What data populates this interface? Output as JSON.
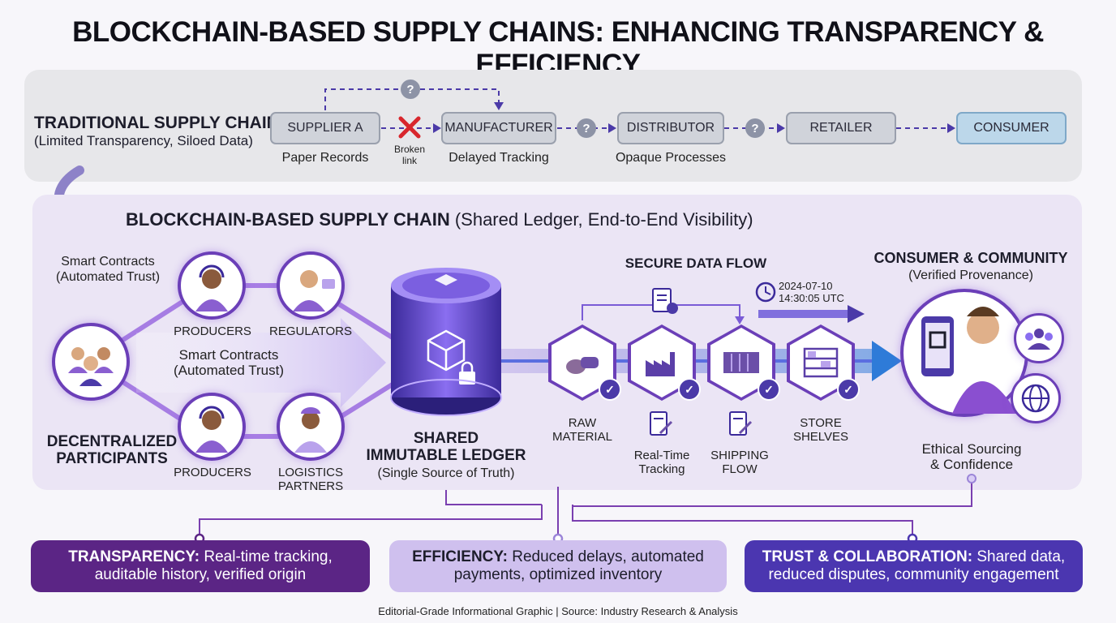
{
  "title": "BLOCKCHAIN-BASED SUPPLY CHAINS: ENHANCING TRANSPARENCY & EFFICIENCY",
  "traditional": {
    "title": "TRADITIONAL SUPPLY CHAIN",
    "subtitle": "(Limited Transparency, Siloed Data)",
    "nodes": [
      "SUPPLIER A",
      "MANUFACTURER",
      "DISTRIBUTOR",
      "RETAILER",
      "CONSUMER"
    ],
    "captions": [
      "Paper Records",
      "Delayed Tracking",
      "Opaque Processes"
    ],
    "broken_link": "Broken\nlink",
    "question": "?"
  },
  "blockchain": {
    "title_bold": "BLOCKCHAIN-BASED SUPPLY CHAIN",
    "title_rest": " (Shared Ledger, End-to-End Visibility)",
    "smart_contracts_top": "Smart Contracts\n(Automated Trust)",
    "smart_contracts_mid": "Smart Contracts\n(Automated Trust)",
    "participants_label": "DECENTRALIZED\nPARTICIPANTS",
    "producers_top": "PRODUCERS",
    "regulators": "REGULATORS",
    "producers_bottom": "PRODUCERS",
    "logistics": "LOGISTICS\nPARTNERS",
    "ledger_title": "SHARED\nIMMUTABLE LEDGER",
    "ledger_sub": "(Single Source of Truth)",
    "secure_flow": "SECURE DATA FLOW",
    "timestamp": "2024-07-10\n14:30:05 UTC",
    "steps": [
      "RAW\nMATERIAL",
      "Real-Time\nTracking",
      "SHIPPING\nFLOW",
      "STORE\nSHELVES"
    ],
    "consumer_title": "CONSUMER & COMMUNITY",
    "consumer_sub": "(Verified Provenance)",
    "ethical": "Ethical Sourcing\n& Confidence"
  },
  "benefits": [
    {
      "bold": "TRANSPARENCY:",
      "text": " Real-time tracking, auditable history, verified origin",
      "bg": "#5b2585",
      "color": "#ffffff"
    },
    {
      "bold": "EFFICIENCY:",
      "text": " Reduced delays, automated payments, optimized inventory",
      "bg": "#cfc0ee",
      "color": "#1d1d2b"
    },
    {
      "bold": "TRUST & COLLABORATION:",
      "text": " Shared data, reduced disputes, community engagement",
      "bg": "#4b36b0",
      "color": "#ffffff"
    }
  ],
  "footer": "Editorial-Grade Informational Graphic | Source: Industry Research & Analysis"
}
